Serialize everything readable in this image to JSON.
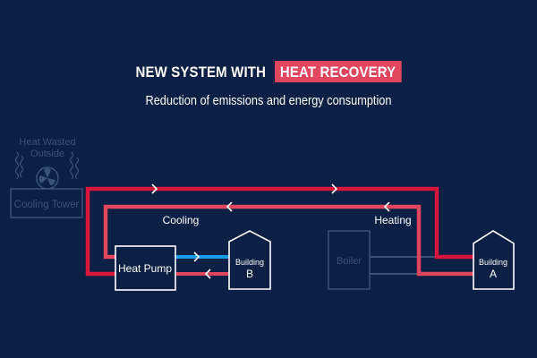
{
  "header": {
    "title_prefix": "NEW SYSTEM WITH",
    "title_highlight": "HEAT RECOVERY",
    "subtitle": "Reduction of emissions and energy consumption"
  },
  "diagram": {
    "colors": {
      "background": "#0c1f44",
      "hot_line": "#d6163a",
      "return_line": "#e0465e",
      "cold_line": "#1e9be8",
      "faded": "#3a5278",
      "highlight": "#e0465e",
      "white": "#ffffff"
    },
    "legacy": {
      "heat_wasted_line1": "Heat Wasted",
      "heat_wasted_line2": "Outside",
      "cooling_tower": "Cooling Tower",
      "boiler": "Boiler"
    },
    "nodes": {
      "heat_pump": "Heat Pump",
      "building_b_line1": "Building",
      "building_b_line2": "B",
      "building_a_line1": "Building",
      "building_a_line2": "A"
    },
    "flow_labels": {
      "cooling": "Cooling",
      "heating": "Heating"
    }
  }
}
